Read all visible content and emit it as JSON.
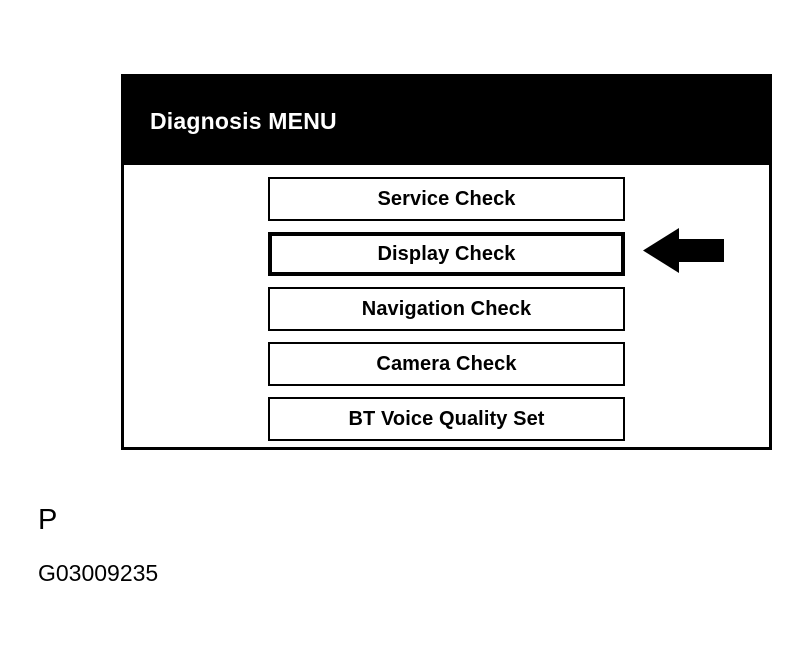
{
  "screen": {
    "title": "Diagnosis MENU",
    "header_bg": "#000000",
    "header_fg": "#ffffff",
    "panel_border": "#000000",
    "menu_items": [
      {
        "label": "Service Check",
        "selected": false
      },
      {
        "label": "Display Check",
        "selected": true
      },
      {
        "label": "Navigation Check",
        "selected": false
      },
      {
        "label": "Camera Check",
        "selected": false
      },
      {
        "label": "BT Voice Quality Set",
        "selected": false
      }
    ]
  },
  "annotation": {
    "arrow_icon": "left-arrow-icon",
    "arrow_color": "#000000",
    "arrow_points_to": "Display Check"
  },
  "caption": {
    "letter": "P",
    "code": "G03009235"
  }
}
